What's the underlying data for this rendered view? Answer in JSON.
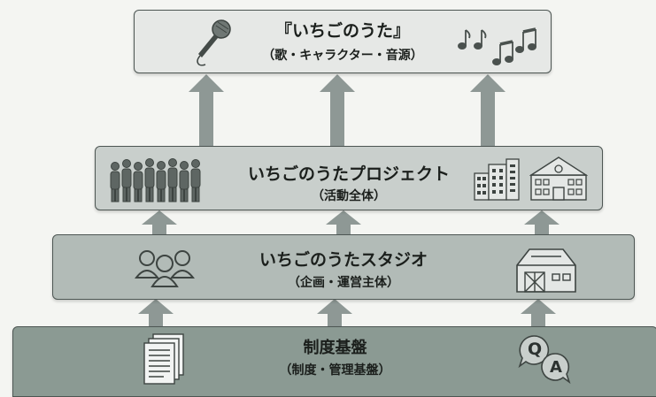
{
  "tiers": {
    "top": {
      "title": "『いちごのうた』",
      "subtitle": "（歌・キャラクター・音源）"
    },
    "project": {
      "title": "いちごのうたプロジェクト",
      "subtitle": "（活動全体）"
    },
    "studio": {
      "title": "いちごのうたスタジオ",
      "subtitle": "（企画・運営主体）"
    },
    "base": {
      "title": "制度基盤",
      "subtitle": "（制度・管理基盤）"
    }
  },
  "icons": {
    "top": [
      "microphone-icon",
      "music-notes-icon"
    ],
    "project": [
      "people-group-icon",
      "buildings-icon",
      "school-building-icon"
    ],
    "studio": [
      "people-icon",
      "barn-icon"
    ],
    "base": [
      "documents-icon",
      "qa-bubbles-icon"
    ],
    "qa_letters": [
      "Q",
      "A"
    ]
  },
  "colors": {
    "top_fill": "#e6e8e6",
    "project_fill": "#c9cfcc",
    "studio_fill": "#b2bbb7",
    "base_fill": "#8b9a93",
    "arrow": "#8e9895",
    "icon_stroke": "#3d4441"
  }
}
